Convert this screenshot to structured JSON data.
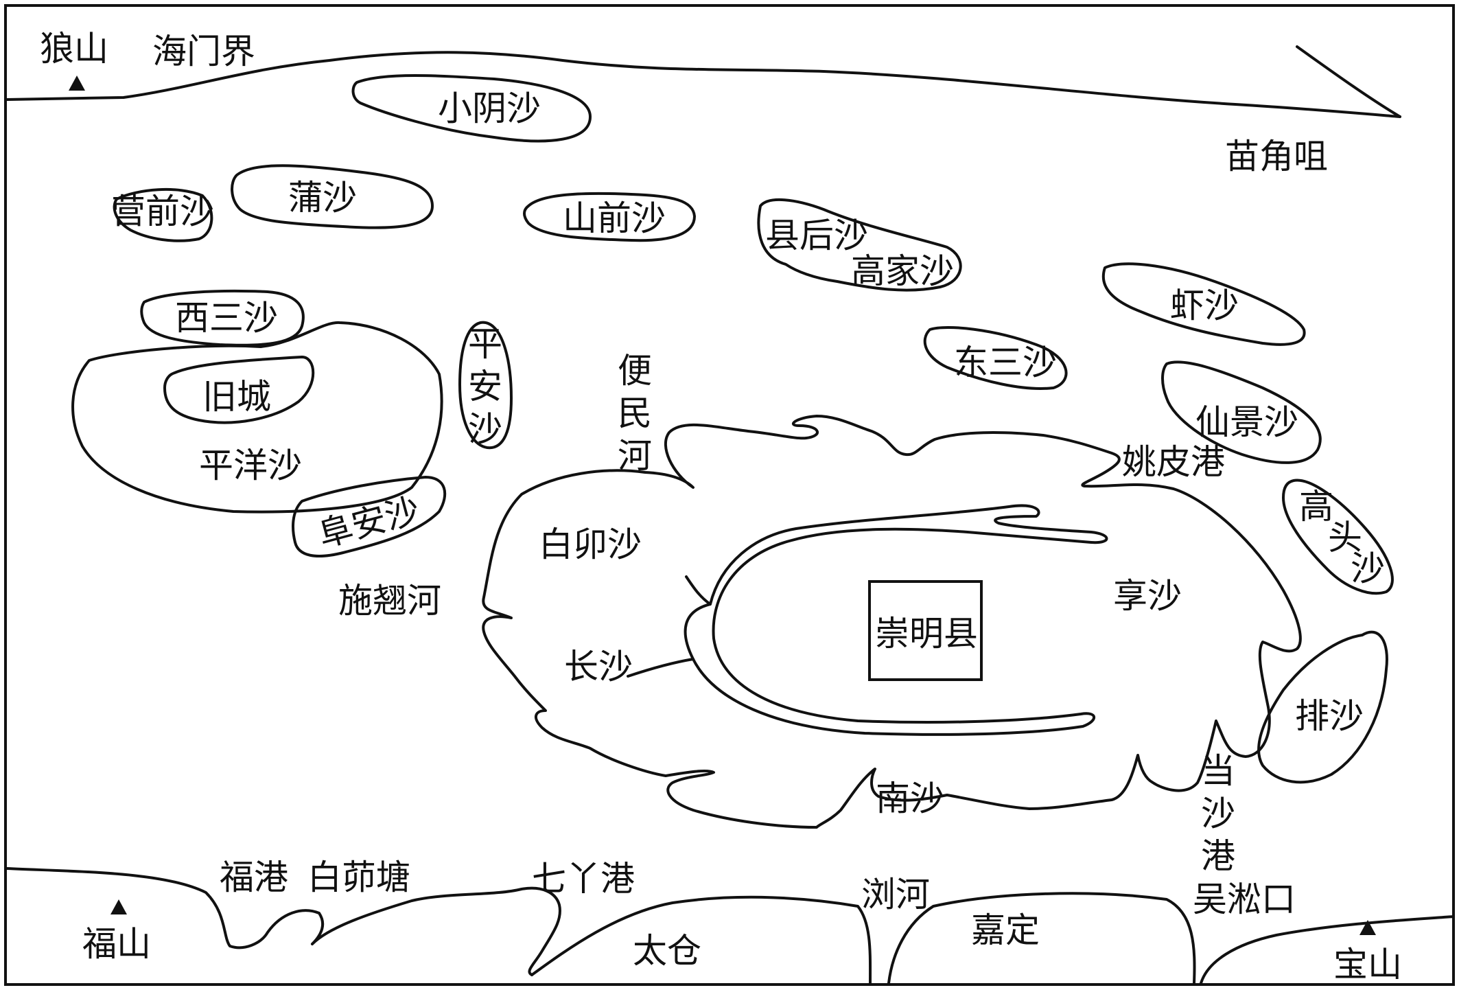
{
  "labels": {
    "langshan": "狼山",
    "haimen": "海门界",
    "xiaoyinsha": "小阴沙",
    "miaojiaozui": "苗角咀",
    "yingqiansha": "营前沙",
    "pusha": "蒲沙",
    "shanqiansha": "山前沙",
    "xianhousha": "县后沙",
    "gaojiasha": "高家沙",
    "xisansha": "西三沙",
    "xiasha": "虾沙",
    "jiucheng": "旧城",
    "pingansha": [
      "平",
      "安",
      "沙"
    ],
    "bianminhe": [
      "便",
      "民",
      "河"
    ],
    "dongsansha": "东三沙",
    "xianjingsha": "仙景沙",
    "pingyangsha": "平洋沙",
    "yaopigang": "姚皮港",
    "fuansha": "阜安沙",
    "baimaosha": "白卯沙",
    "gaotousha": [
      "高",
      "头",
      "沙"
    ],
    "shichihe": "施翘河",
    "xiangsha": "享沙",
    "chongmingxian": "崇明县",
    "changsha": "长沙",
    "paisha": "排沙",
    "nansha": "南沙",
    "dangshagang": [
      "当",
      "沙",
      "港"
    ],
    "fugang": "福港",
    "baimaotang": "白茆塘",
    "qiyagang": "七丫港",
    "liuhe": "浏河",
    "wusongkou": "吴淞口",
    "fushan": "福山",
    "taicang": "太仓",
    "jiading": "嘉定",
    "baoshan": "宝山"
  }
}
